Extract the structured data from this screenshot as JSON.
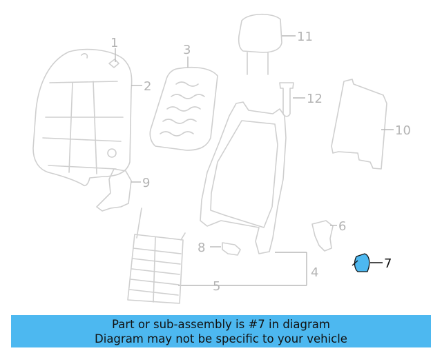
{
  "diagram": {
    "callouts": {
      "c1": "1",
      "c2": "2",
      "c3": "3",
      "c4": "4",
      "c5": "5",
      "c6": "6",
      "c7": "7",
      "c8": "8",
      "c9": "9",
      "c10": "10",
      "c11": "11",
      "c12": "12"
    },
    "highlight_color": "#4db8f0",
    "highlighted_part": "7"
  },
  "banner": {
    "line1": "Part or sub-assembly is #7 in diagram",
    "line2": "Diagram may not be specific to your vehicle",
    "background": "#4db8f0"
  }
}
